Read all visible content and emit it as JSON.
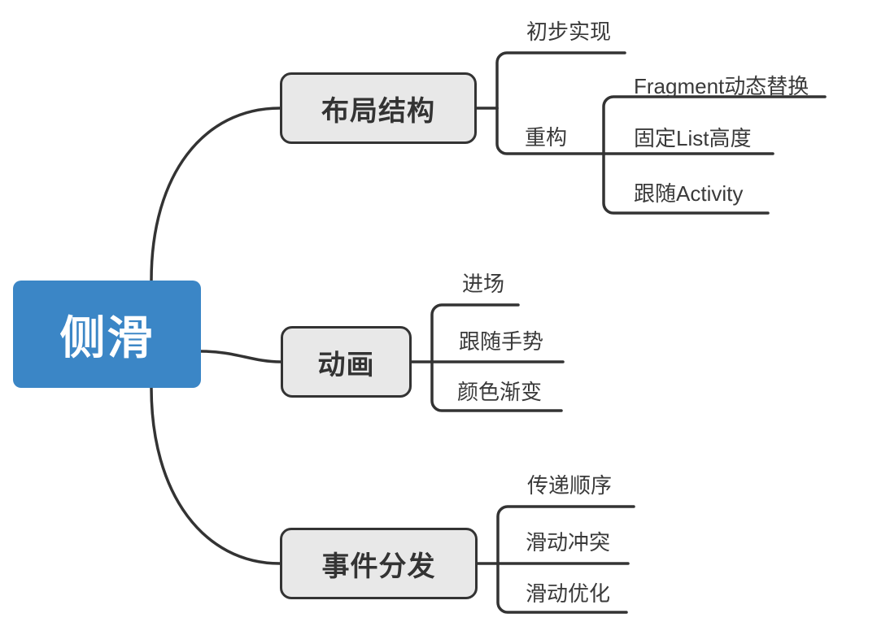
{
  "diagram": {
    "type": "mindmap",
    "title": "侧滑",
    "background_color": "#ffffff",
    "root_color": "#3B86C6",
    "branch_color": "#E8E8E8",
    "line_color": "#333333",
    "text_color": "#3A3A3A"
  },
  "root": {
    "label": "侧滑"
  },
  "branches": [
    {
      "label": "布局结构",
      "children": [
        {
          "label": "初步实现",
          "children": []
        },
        {
          "label": "重构",
          "children": [
            {
              "label": "Fragment动态替换"
            },
            {
              "label": "固定List高度"
            },
            {
              "label": "跟随Activity"
            }
          ]
        }
      ]
    },
    {
      "label": "动画",
      "children": [
        {
          "label": "进场",
          "children": []
        },
        {
          "label": "跟随手势",
          "children": []
        },
        {
          "label": "颜色渐变",
          "children": []
        }
      ]
    },
    {
      "label": "事件分发",
      "children": [
        {
          "label": "传递顺序",
          "children": []
        },
        {
          "label": "滑动冲突",
          "children": []
        },
        {
          "label": "滑动优化",
          "children": []
        }
      ]
    }
  ]
}
